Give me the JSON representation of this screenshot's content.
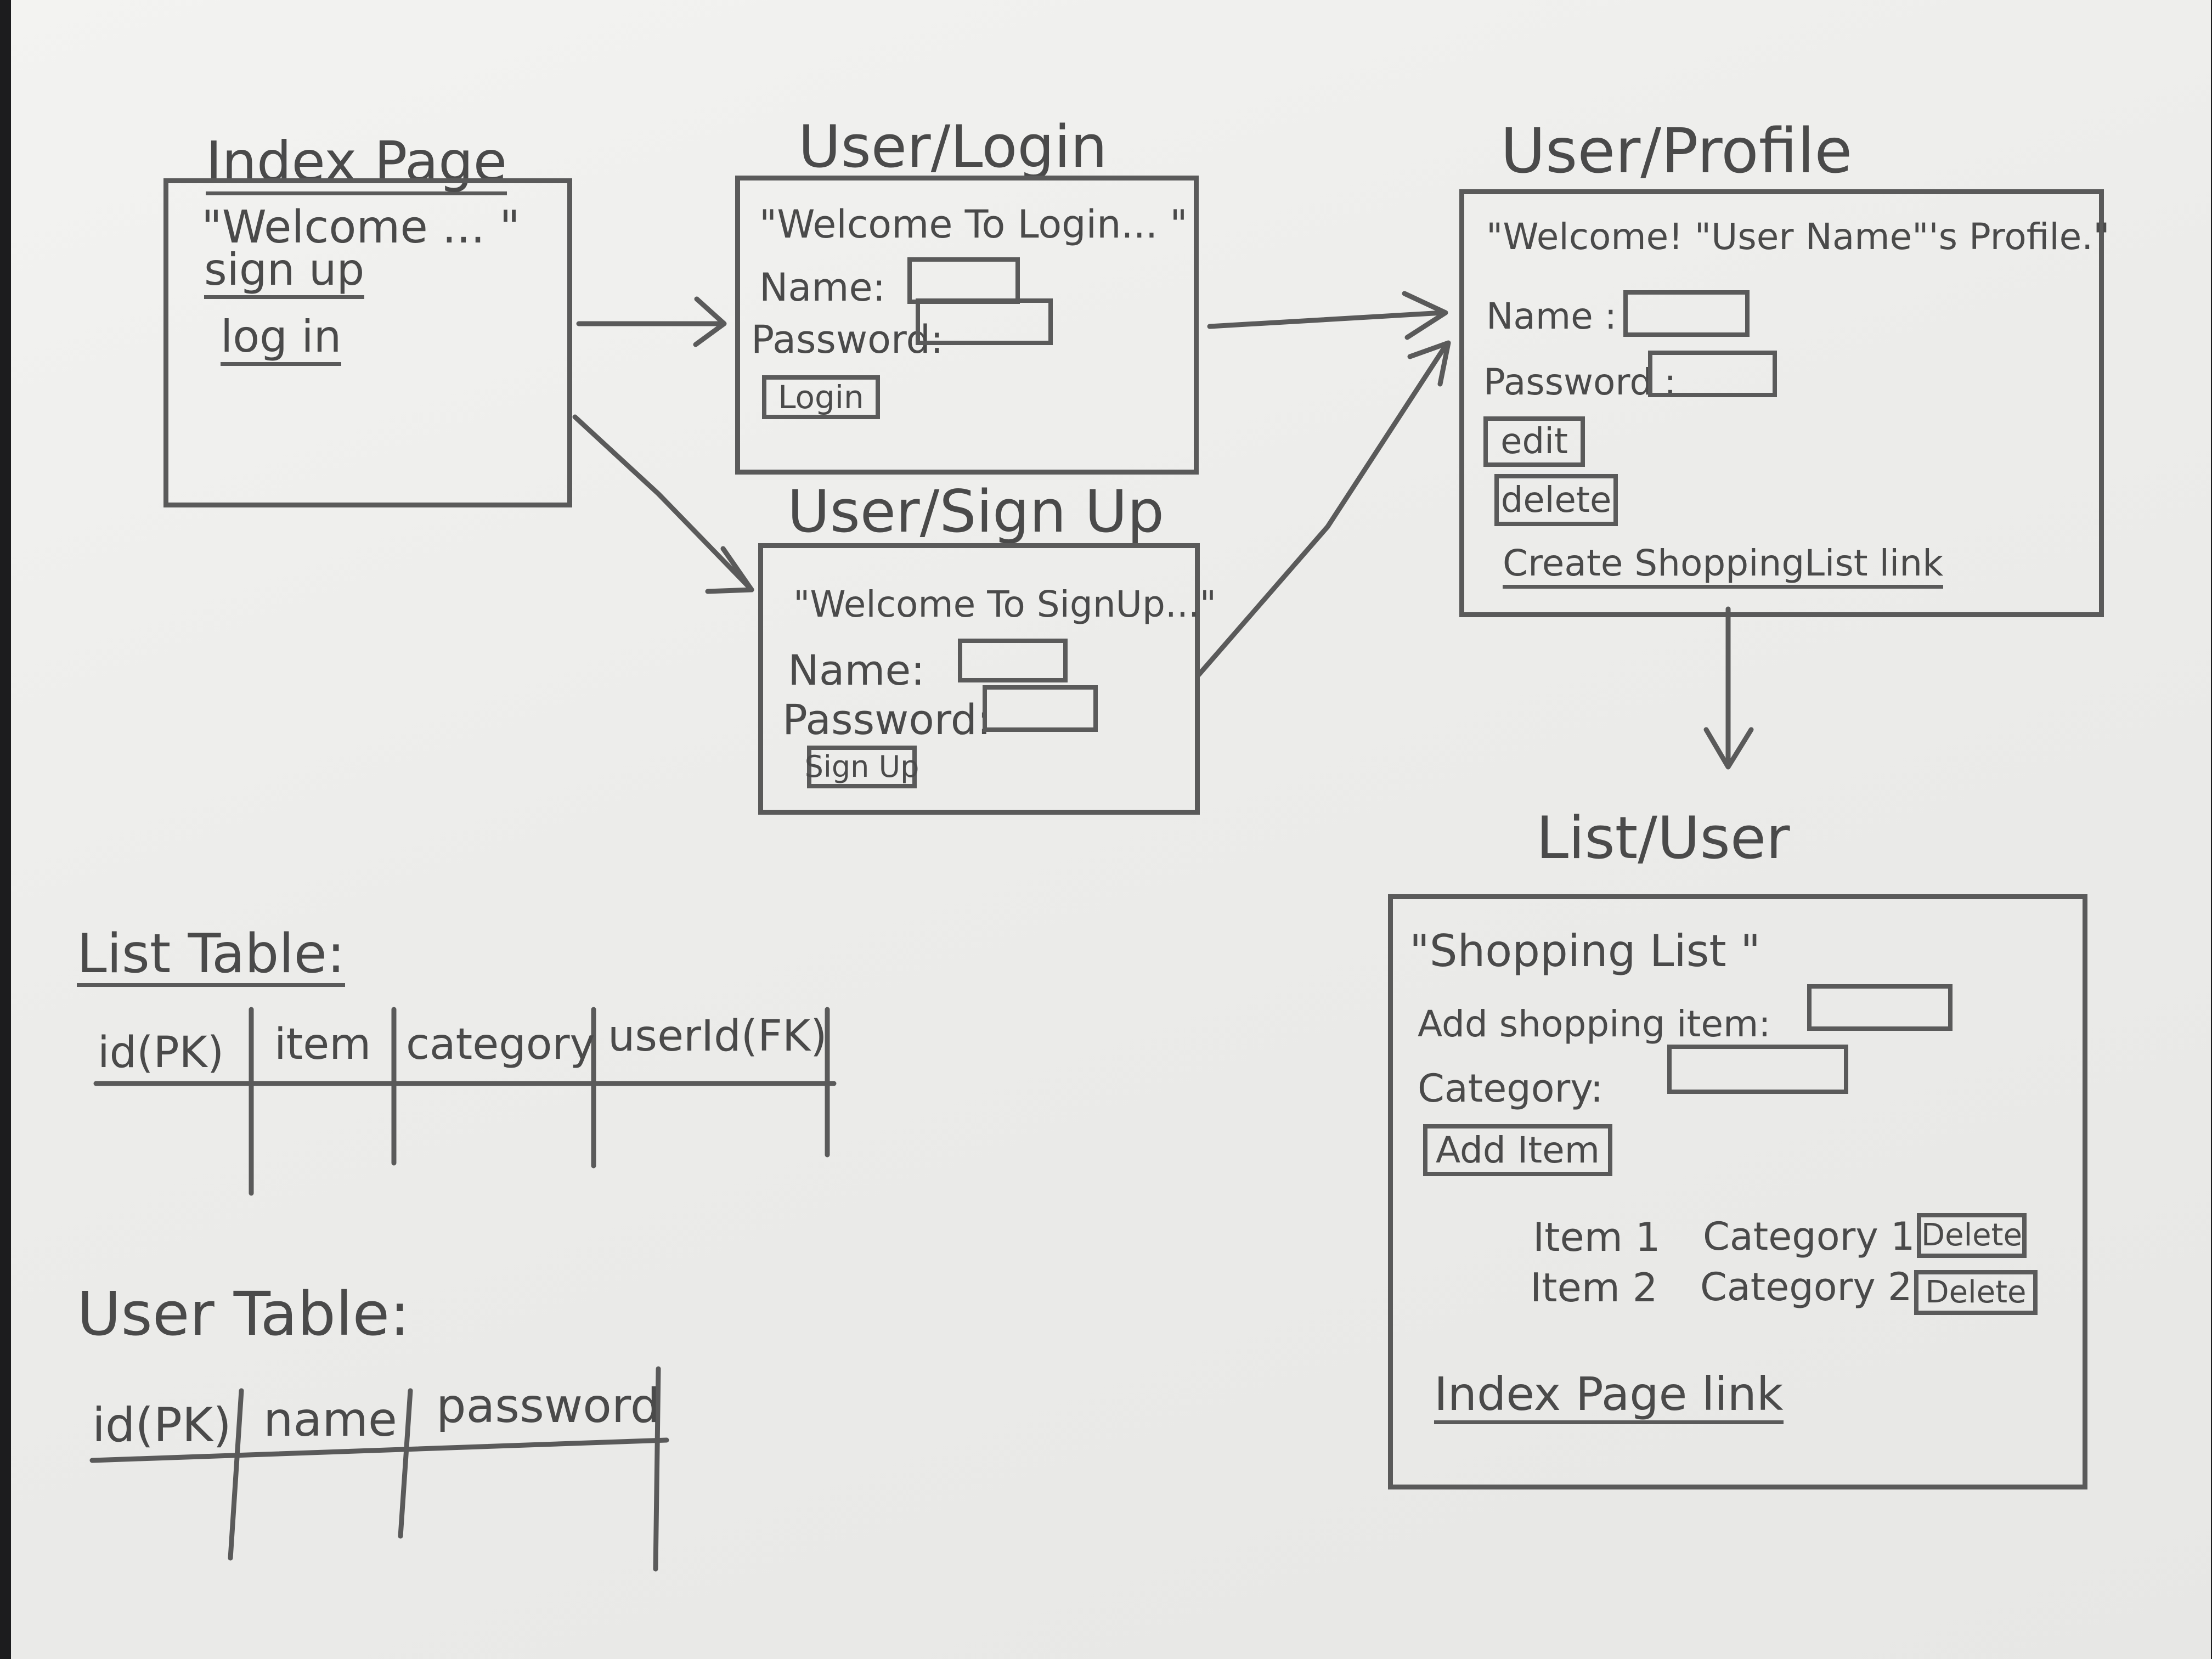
{
  "pages": {
    "index": {
      "title": "Index Page",
      "welcome": "\"Welcome ... \"",
      "signup_link": "sign up",
      "login_link": "log in"
    },
    "login": {
      "title": "User/Login",
      "welcome": "\"Welcome To Login... \"",
      "name_label": "Name:",
      "password_label": "Password:",
      "button": "Login"
    },
    "signup": {
      "title": "User/Sign Up",
      "welcome": "\"Welcome To SignUp...\"",
      "name_label": "Name:",
      "password_label": "Password:",
      "button": "Sign Up"
    },
    "profile": {
      "title": "User/Profile",
      "welcome": "\"Welcome! \"User Name\"'s Profile.\"",
      "name_label": "Name :",
      "password_label": "Password :",
      "edit_button": "edit",
      "delete_button": "delete",
      "create_link": "Create ShoppingList link"
    },
    "list_user": {
      "title": "List/User",
      "heading": "\"Shopping List \"",
      "add_item_label": "Add shopping item:",
      "category_label": "Category:",
      "add_button": "Add Item",
      "items": [
        {
          "item": "Item 1",
          "category": "Category 1",
          "action": "Delete"
        },
        {
          "item": "Item 2",
          "category": "Category 2",
          "action": "Delete"
        }
      ],
      "index_link": "Index Page link"
    }
  },
  "tables": {
    "list_table": {
      "title": "List Table:",
      "columns": [
        "id(PK)",
        "item",
        "category",
        "userId(FK)"
      ]
    },
    "user_table": {
      "title": "User Table:",
      "columns": [
        "id(PK)",
        "name",
        "password"
      ]
    }
  },
  "colors": {
    "ink": "#5a5a5a",
    "paper": "#ececea"
  }
}
